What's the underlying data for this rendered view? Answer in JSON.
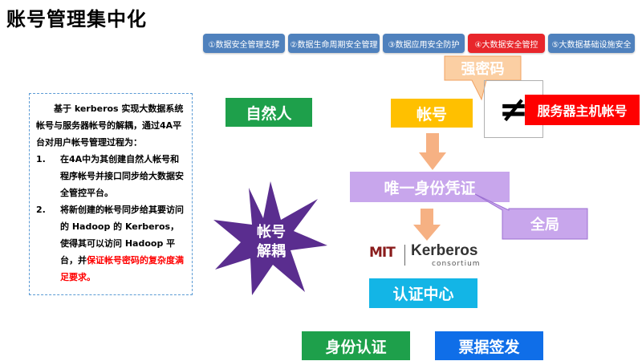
{
  "title": "账号管理集中化",
  "tabs": [
    {
      "label": "①数据安全管理支撑",
      "color": "#4f81bd"
    },
    {
      "label": "②数据生命周期安全管理",
      "color": "#4f81bd"
    },
    {
      "label": "③数据应用安全防护",
      "color": "#4f81bd"
    },
    {
      "label": "④大数据安全管控",
      "color": "#e8262b"
    },
    {
      "label": "⑤大数据基础设施安全",
      "color": "#4f81bd"
    }
  ],
  "description": {
    "intro": "基于 kerberos 实现大数据系统帐号与服务器帐号的解耦，通过4A平台对用户帐号管理过程为：",
    "steps": [
      {
        "num": "1.",
        "text": "在4A中为其创建自然人帐号和程序帐号并接口同步给大数据安全管控平台。",
        "highlight": ""
      },
      {
        "num": "2.",
        "text": "将新创建的帐号同步给其要访问的 Hadoop 的 Kerberos，使得其可以访问 Hadoop 平台，并",
        "highlight": "保证帐号密码的复杂度满足要求。"
      }
    ]
  },
  "diagram": {
    "natural_person": "自然人",
    "account": "帐号",
    "strong_password": "强密码",
    "not_equal": "≠",
    "server_account": "服务器主机帐号",
    "unique_credential": "唯一身份凭证",
    "global": "全局",
    "decouple_line1": "帐号",
    "decouple_line2": "解耦",
    "kerberos_logo_left": "MIT",
    "kerberos_name": "Kerberos",
    "kerberos_sub": "consortium",
    "auth_center": "认证中心",
    "identity_auth": "身份认证",
    "ticket_issue": "票据签发"
  },
  "colors": {
    "green": "#1ea04b",
    "yellow": "#ffc000",
    "red": "#ff0000",
    "lavender": "#c8a6ec",
    "cyan": "#13b5e6",
    "blue": "#0f6ee8",
    "peach": "#fbcfa3",
    "arrow": "#f6b183",
    "star": "#5a2d8f"
  }
}
